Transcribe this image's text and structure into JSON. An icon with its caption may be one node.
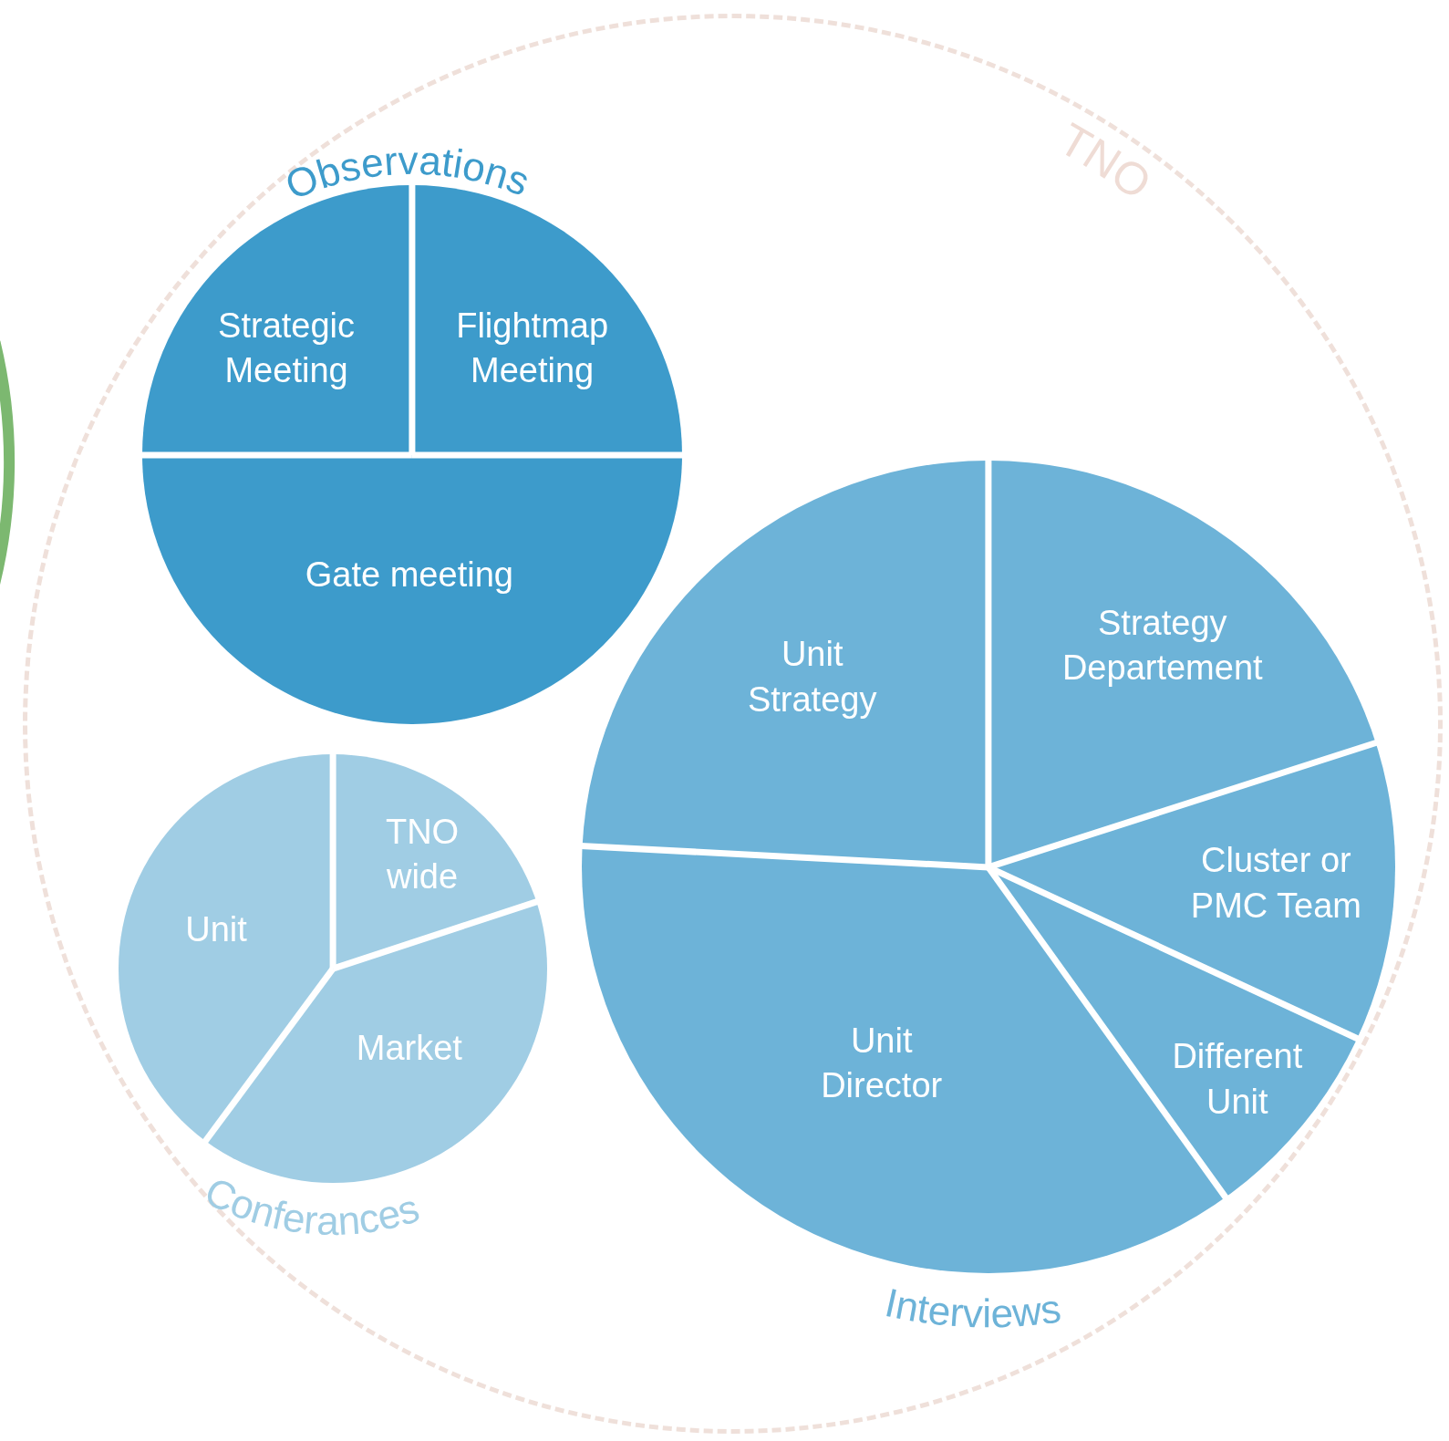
{
  "diagram": {
    "nodes": [
      {
        "text": [
          "TNO"
        ]
      },
      {
        "text": [
          "Observations"
        ],
        "in": 0
      },
      {
        "text": [
          "Strategic Meeting"
        ],
        "in": 1
      },
      {
        "text": [
          "Flightmap Meeting"
        ],
        "in": 1
      },
      {
        "text": [
          "Gate meeting"
        ],
        "in": 1
      },
      {
        "text": [
          "Conferances"
        ],
        "in": 0
      },
      {
        "text": [
          "Unit"
        ],
        "in": 5
      },
      {
        "text": [
          "TNO wide"
        ],
        "in": 5
      },
      {
        "text": [
          "Market"
        ],
        "in": 5
      },
      {
        "text": [
          "Interviews"
        ],
        "in": 0
      },
      {
        "text": [
          "Unit Strategy"
        ],
        "in": 9
      },
      {
        "text": [
          "Strategy Departement"
        ],
        "in": 9
      },
      {
        "text": [
          "Cluster or PMC Team"
        ],
        "in": 9
      },
      {
        "text": [
          "Different Unit"
        ],
        "in": 9
      },
      {
        "text": [
          "Unit Director"
        ],
        "in": 9
      },
      {
        "text": [],
        "shape": "circle"
      }
    ]
  }
}
